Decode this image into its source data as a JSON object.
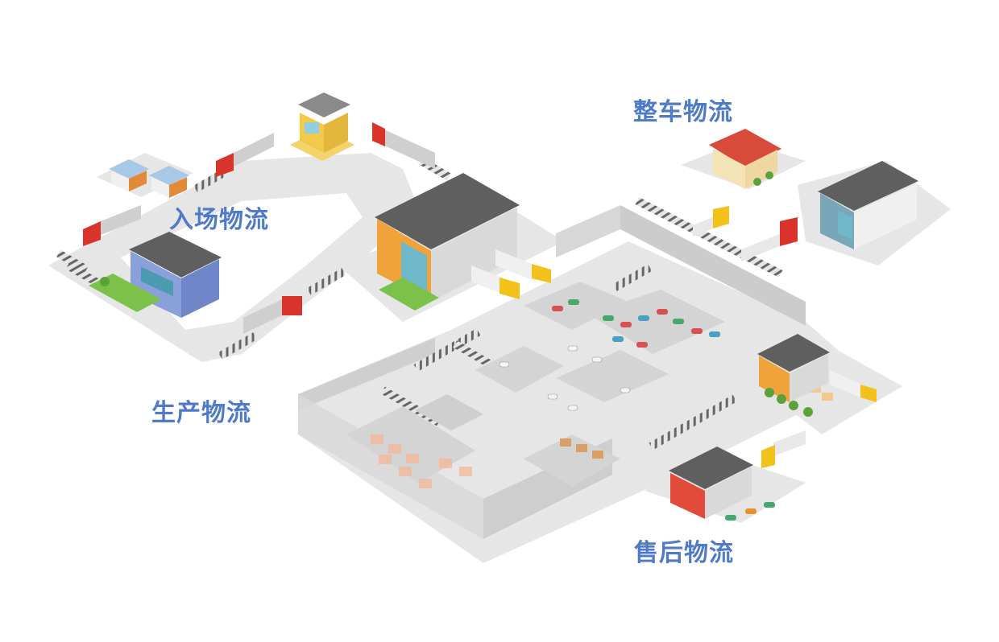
{
  "labels": {
    "inbound": "入场物流",
    "production": "生产物流",
    "vehicle": "整车物流",
    "aftersales": "售后物流"
  },
  "colors": {
    "label": "#4f7ac7",
    "ground": "#e6e6e6",
    "road_stripe": "#666666",
    "truck_red": "#d9342b",
    "truck_yellow": "#f2c21a",
    "roof": "#555555",
    "glass": "#6fb8c9",
    "orange_wall": "#e8902e"
  }
}
